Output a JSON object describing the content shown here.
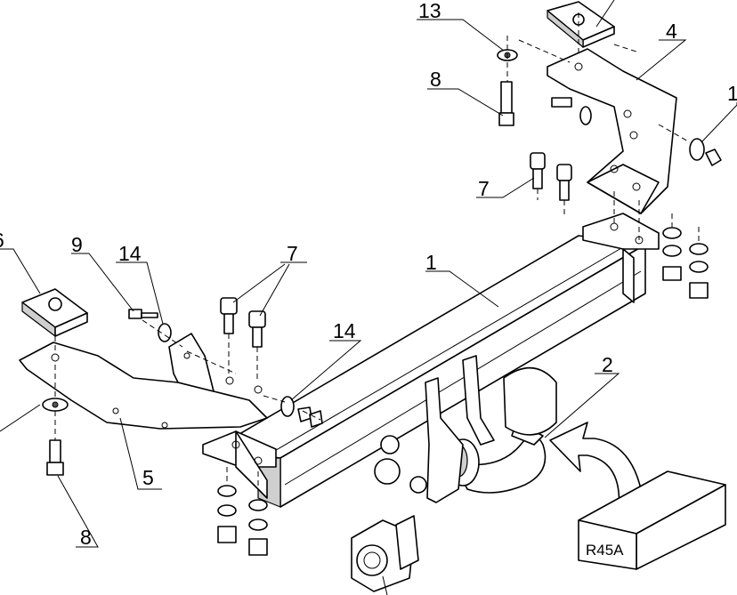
{
  "diagram": {
    "callouts": [
      {
        "id": "label-13",
        "text": "13"
      },
      {
        "id": "label-4",
        "text": "4"
      },
      {
        "id": "label-8-top",
        "text": "8"
      },
      {
        "id": "label-1-right",
        "text": "1"
      },
      {
        "id": "label-7-right",
        "text": "7"
      },
      {
        "id": "label-6",
        "text": "6"
      },
      {
        "id": "label-9",
        "text": "9"
      },
      {
        "id": "label-14-left",
        "text": "14"
      },
      {
        "id": "label-7-left",
        "text": "7"
      },
      {
        "id": "label-1-main",
        "text": "1"
      },
      {
        "id": "label-14-right",
        "text": "14"
      },
      {
        "id": "label-2",
        "text": "2"
      },
      {
        "id": "label-5",
        "text": "5"
      },
      {
        "id": "label-8-bottom",
        "text": "8"
      }
    ],
    "kit_box_label": "R45A"
  }
}
